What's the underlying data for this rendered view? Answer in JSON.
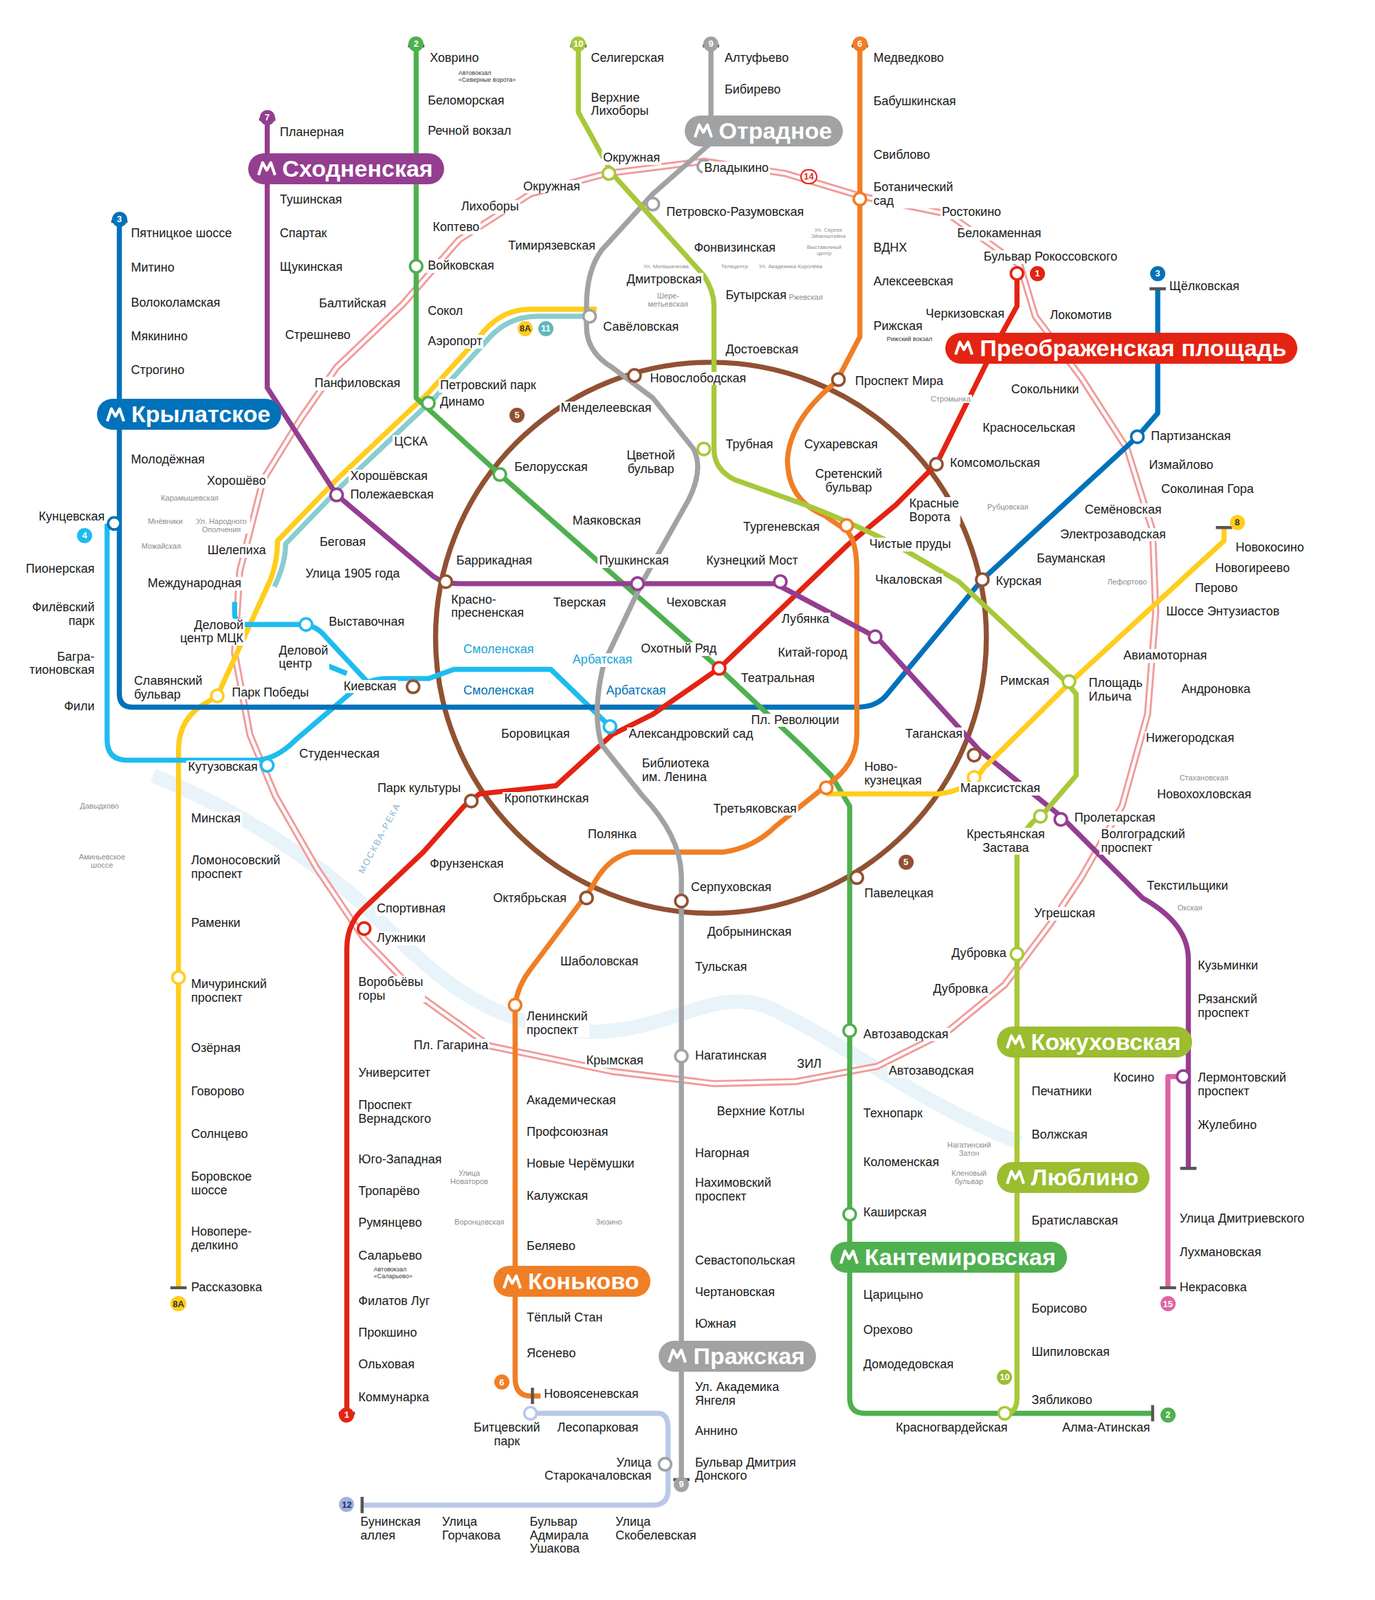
{
  "diagram": {
    "nodes": [
      {
        "text": [
          "2"
        ]
      },
      {
        "text": [
          "10"
        ]
      },
      {
        "text": [
          "9"
        ]
      },
      {
        "text": [
          "6"
        ]
      },
      {
        "text": [
          "7"
        ]
      },
      {
        "text": [
          "Отрадное"
        ]
      },
      {
        "text": [
          "Сходненская"
        ]
      },
      {
        "text": [
          "14"
        ]
      },
      {
        "text": [
          "3"
        ]
      },
      {
        "text": [
          "3"
        ]
      },
      {
        "text": [
          "1"
        ]
      },
      {
        "text": [
          "8А"
        ]
      },
      {
        "text": [
          "11"
        ]
      },
      {
        "text": [
          "Преображенская площадь"
        ]
      },
      {
        "text": [
          "Крылатское"
        ]
      },
      {
        "text": [
          "5"
        ]
      },
      {
        "text": [
          "8"
        ]
      },
      {
        "text": [
          "4"
        ]
      },
      {
        "text": [
          "5"
        ]
      },
      {
        "text": [
          "Кожуховская"
        ]
      },
      {
        "text": [
          "Люблино"
        ]
      },
      {
        "text": [
          "Кантемировская"
        ]
      },
      {
        "text": [
          "Коньково"
        ]
      },
      {
        "text": [
          "15"
        ]
      },
      {
        "text": [
          "8А"
        ]
      },
      {
        "text": [
          "Пражская"
        ]
      },
      {
        "text": [
          "10"
        ]
      },
      {
        "text": [
          "6"
        ]
      },
      {
        "text": [
          "1"
        ]
      },
      {
        "text": [
          "2"
        ]
      },
      {
        "text": [
          "9"
        ]
      },
      {
        "text": [
          "12"
        ]
      }
    ],
    "labels": [
      "Ховрино",
      "Автовокзал «Северные ворота»",
      "Беломорская",
      "Речной вокзал",
      "Селигерская",
      "Верхние Лихоборы",
      "Алтуфьево",
      "Бибирево",
      "Медведково",
      "Бабушкинская",
      "Планерная",
      "Окружная",
      "Окружная",
      "Владыкино",
      "Свиблово",
      "Ботанический сад",
      "Лихоборы",
      "Петровско-Разумовская",
      "Ростокино",
      "Коптево",
      "Тушинская",
      "Пятницкое шоссе",
      "Спартак",
      "Белокаменная",
      "Тимирязевская",
      "Фонвизинская",
      "ВДНХ",
      "Бульвар Рокоссовского",
      "Войковская",
      "Щукинская",
      "Митино",
      "Дмитровская",
      "Алексеевская",
      "Щёлковская",
      "Бутырская",
      "Балтийская",
      "Волоколамская",
      "Сокол",
      "Черкизовская",
      "Локомотив",
      "Рижская",
      "Рижский вокзал",
      "Савёловская",
      "Мякинино",
      "Стрешнево",
      "Аэропорт",
      "Достоевская",
      "Строгино",
      "Новослободская",
      "Проспект Мира",
      "Сокольники",
      "Панфиловская",
      "Петровский парк",
      "Динамо",
      "Менделеевская",
      "Красносельская",
      "Партизанская",
      "ЦСКА",
      "Трубная",
      "Сухаревская",
      "Цветной бульвар",
      "Молодёжная",
      "Комсомольская",
      "Измайлово",
      "Белорусская",
      "Сретенский бульвар",
      "Хорошёвская",
      "Хорошёво",
      "Соколиная Гора",
      "Полежаевская",
      "Красные Ворота",
      "Семёновская",
      "Маяковская",
      "Кунцевская",
      "Тургеневская",
      "Электрозаводская",
      "Беговая",
      "Чистые пруды",
      "Новокосино",
      "Шелепиха",
      "Бауманская",
      "Баррикадная",
      "Пушкинская",
      "Кузнецкий Мост",
      "Новогиреево",
      "Пионерская",
      "Улица 1905 года",
      "Чкаловская",
      "Курская",
      "Международная",
      "Перово",
      "Красно- пресненская",
      "Тверская",
      "Чеховская",
      "Филёвский парк",
      "Шоссе Энтузиастов",
      "Лубянка",
      "Выставочная",
      "Деловой центр МЦК",
      "Смоленская",
      "Охотный Ряд",
      "Деловой центр",
      "Китай-город",
      "Авиамоторная",
      "Багра- тионовская",
      "Арбатская",
      "Театральная",
      "Славянский бульвар",
      "Римская",
      "Площадь Ильича",
      "Киевская",
      "Смоленская",
      "Арбатская",
      "Андроновка",
      "Парк Победы",
      "Фили",
      "Пл. Революции",
      "Боровицкая",
      "Александровский сад",
      "Таганская",
      "Нижегородская",
      "Студенческая",
      "Библиотека им. Ленина",
      "Кутузовская",
      "Ново- кузнецкая",
      "Стахановская",
      "Марксистская",
      "Парк культуры",
      "Новохохловская",
      "Кропоткинская",
      "Третьяковская",
      "Давыдково",
      "Минская",
      "Пролетарская",
      "Крестьянская Застава",
      "Волгоградский проспект",
      "Полянка",
      "Аминьевское шоссе",
      "Ломоносовский проспект",
      "Фрунзенская",
      "Серпуховская",
      "Текстильщики",
      "Павелецкая",
      "Октябрьская",
      "Спортивная",
      "Окская",
      "Угрешская",
      "Раменки",
      "Добрынинская",
      "Лужники",
      "Дубровка",
      "Шаболовская",
      "Кузьминки",
      "Тульская",
      "Воробьёвы горы",
      "Мичуринский проспект",
      "Дубровка",
      "Рязанский проспект",
      "Ленинский проспект",
      "Автозаводская",
      "Пл. Гагарина",
      "Озёрная",
      "Нагатинская",
      "Крымская",
      "ЗИЛ",
      "Автозаводская",
      "Университет",
      "Косино",
      "Лермонтовский проспект",
      "Печатники",
      "Говорово",
      "Академическая",
      "Проспект Вернадского",
      "Верхние Котлы",
      "Технопарк",
      "Жулебино",
      "Профсоюзная",
      "Солнцево",
      "Волжская",
      "Нагатинский Затон",
      "Нагорная",
      "Юго-Западная",
      "Коломенская",
      "Новые Черёмушки",
      "Улица Новаторов",
      "Кленовый бульвар",
      "Боровское шоссе",
      "Нахимовский проспект",
      "Тропарёво",
      "Калужская",
      "Каширская",
      "Улица Дмитриевского",
      "Братиславская",
      "Воронцовская",
      "Зюзино",
      "Румянцево",
      "Новопере- делкино",
      "Беляево",
      "Лухмановская",
      "Саларьево",
      "Севастопольская",
      "Автовокзал «Саларьево»",
      "Некрасовка",
      "Рассказовка",
      "Чертановская",
      "Царицыно",
      "Филатов Луг",
      "Борисово",
      "Тёплый Стан",
      "Южная",
      "Орехово",
      "Прокшино",
      "Шипиловская",
      "Ясенево",
      "Ольховая",
      "Домодедовская",
      "Ул. Академика Янгеля",
      "Новоясеневская",
      "Коммунарка",
      "Зябликово",
      "Красногвардейская",
      "Алма-Атинская",
      "Битцевский парк",
      "Лесопарковая",
      "Аннино",
      "Улица Старокачаловская",
      "Бульвар Дмитрия Донского",
      "Бунинская аллея",
      "Улица Горчакова",
      "Бульвар Адмирала Ушакова",
      "Улица Скобелевская",
      "Карамышевская",
      "Мнёвники",
      "Ул. Народного Ополчения",
      "Можайская",
      "Шере- метьевская",
      "Ржевская",
      "Стромынка",
      "Рубцовская",
      "Лефортово",
      "Ул. Милашенкова",
      "Телецентр",
      "Ул. Академика Королёва",
      "Ул. Сергея Эйзенштейна",
      "Выставочный центр",
      "МОСКВА-РЕКА"
    ]
  }
}
